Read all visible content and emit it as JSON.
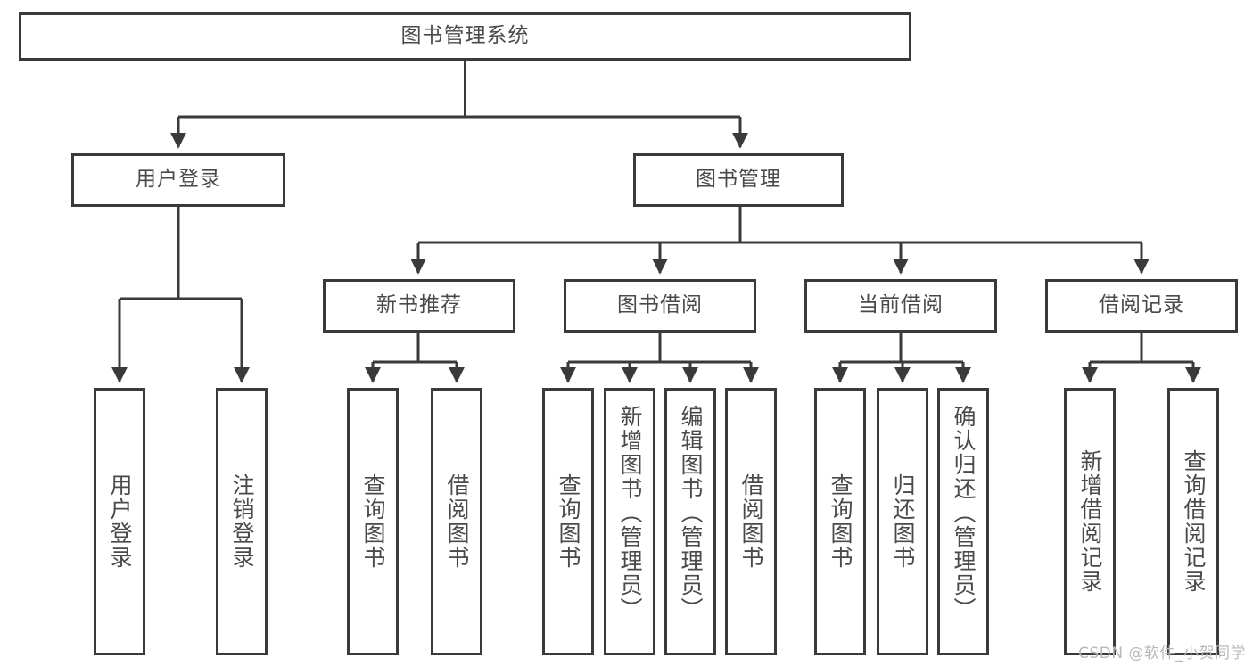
{
  "diagram": {
    "title": "图书管理系统",
    "type": "hierarchy-tree",
    "watermark": "CSDN @软件_小贺同学",
    "colors": {
      "stroke": "#3a3a3a",
      "text": "#4a4a4a",
      "background": "#ffffff",
      "watermark": "#b9b9b9"
    },
    "root": {
      "label": "图书管理系统"
    },
    "level2": [
      {
        "label": "用户登录"
      },
      {
        "label": "图书管理"
      }
    ],
    "level3": [
      {
        "label": "新书推荐"
      },
      {
        "label": "图书借阅"
      },
      {
        "label": "当前借阅"
      },
      {
        "label": "借阅记录"
      }
    ],
    "leaves": {
      "user_login": [
        {
          "label": "用户登录"
        },
        {
          "label": "注销登录"
        }
      ],
      "new_book": [
        {
          "label": "查询图书"
        },
        {
          "label": "借阅图书"
        }
      ],
      "book_borrow": [
        {
          "label": "查询图书"
        },
        {
          "label": "新增图书（管理员）"
        },
        {
          "label": "编辑图书（管理员）"
        },
        {
          "label": "借阅图书"
        }
      ],
      "current_borrow": [
        {
          "label": "查询图书"
        },
        {
          "label": "归还图书"
        },
        {
          "label": "确认归还（管理员）"
        }
      ],
      "borrow_record": [
        {
          "label": "新增借阅记录"
        },
        {
          "label": "查询借阅记录"
        }
      ]
    }
  }
}
